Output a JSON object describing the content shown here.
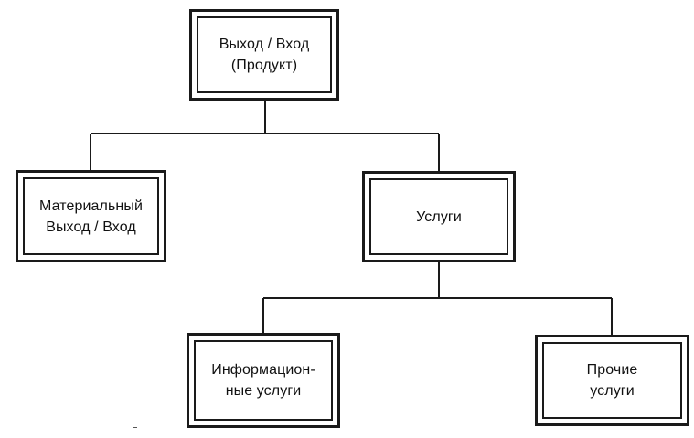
{
  "diagram": {
    "nodes": [
      {
        "id": "root",
        "lines": [
          "Выход / Вход",
          "(Продукт)"
        ]
      },
      {
        "id": "material",
        "lines": [
          "Материальный",
          "Выход / Вход"
        ]
      },
      {
        "id": "services",
        "lines": [
          "Услуги"
        ]
      },
      {
        "id": "info",
        "lines": [
          "Информацион-",
          "ные услуги"
        ]
      },
      {
        "id": "other",
        "lines": [
          "Прочие",
          "услуги"
        ]
      }
    ],
    "edges": [
      {
        "from": "root",
        "to": "material"
      },
      {
        "from": "root",
        "to": "services"
      },
      {
        "from": "services",
        "to": "info"
      },
      {
        "from": "services",
        "to": "other"
      }
    ]
  }
}
